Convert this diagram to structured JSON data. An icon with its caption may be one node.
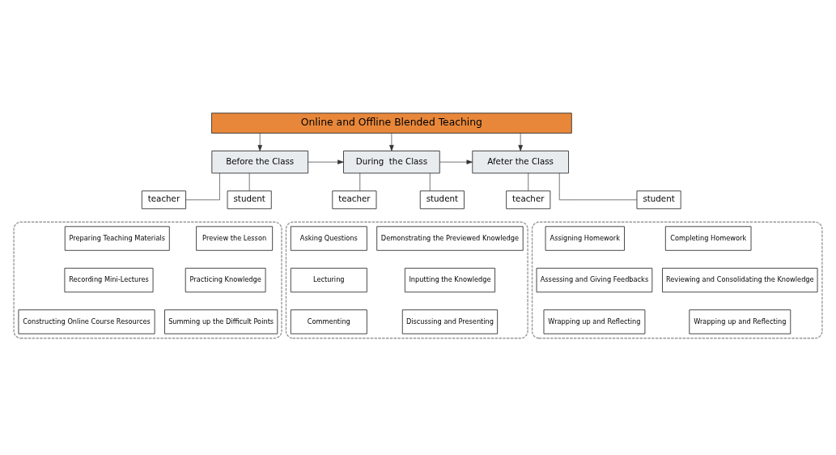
{
  "diagram": {
    "nodes": [
      {
        "text": [
          "Online and Offline Blended Teaching"
        ]
      },
      {
        "text": [
          "Before the Class"
        ]
      },
      {
        "text": [
          "During  the Class"
        ]
      },
      {
        "text": [
          "Afeter the Class"
        ]
      },
      {
        "text": [
          "teacher"
        ]
      },
      {
        "text": [
          "student"
        ]
      },
      {
        "text": [
          "teacher"
        ]
      },
      {
        "text": [
          "student"
        ]
      },
      {
        "text": [
          "teacher"
        ]
      },
      {
        "text": [
          "student"
        ]
      },
      {
        "text": [],
        "shape": "box"
      },
      {
        "text": [
          "Preparing Teaching Materials"
        ],
        "in": 10
      },
      {
        "text": [
          "Preview the Lesson"
        ],
        "in": 10
      },
      {
        "text": [
          "Recording Mini-Lectures"
        ],
        "in": 10
      },
      {
        "text": [
          "Practicing Knowledge"
        ],
        "in": 10
      },
      {
        "text": [
          "Constructing Online Course Resources"
        ],
        "in": 10
      },
      {
        "text": [
          "Summing up the Difficult Points"
        ],
        "in": 10
      },
      {
        "text": [],
        "shape": "box"
      },
      {
        "text": [
          "Asking Questions"
        ],
        "in": 17
      },
      {
        "text": [
          "Demonstrating the Previewed Knowledge"
        ],
        "in": 17
      },
      {
        "text": [
          "Lecturing"
        ],
        "in": 17
      },
      {
        "text": [
          "Inputting the Knowledge"
        ],
        "in": 17
      },
      {
        "text": [
          "Commenting"
        ],
        "in": 17
      },
      {
        "text": [
          "Discussing and Presenting"
        ],
        "in": 17
      },
      {
        "text": [],
        "shape": "box"
      },
      {
        "text": [
          "Assigning Homework"
        ],
        "in": 24
      },
      {
        "text": [
          "Completing Homework"
        ],
        "in": 24
      },
      {
        "text": [
          "Assessing and Giving Feedbacks"
        ],
        "in": 24
      },
      {
        "text": [
          "Reviewing and Consolidating the Knowledge"
        ],
        "in": 24
      },
      {
        "text": [
          "Wrapping up and Reflecting"
        ],
        "in": 24
      },
      {
        "text": [
          "Wrapping up and Reflecting"
        ],
        "in": 24
      }
    ],
    "edges": [
      {
        "from": 0,
        "to": 1,
        "arrow": "to"
      },
      {
        "from": 0,
        "to": 2,
        "arrow": "to"
      },
      {
        "from": 0,
        "to": 3,
        "arrow": "to"
      },
      {
        "from": 1,
        "to": 2,
        "arrow": "to"
      },
      {
        "from": 2,
        "to": 3,
        "arrow": "to"
      },
      {
        "from": 1,
        "to": 4,
        "arrow": "none"
      },
      {
        "from": 1,
        "to": 5,
        "arrow": "none"
      },
      {
        "from": 2,
        "to": 6,
        "arrow": "none"
      },
      {
        "from": 2,
        "to": 7,
        "arrow": "none"
      },
      {
        "from": 3,
        "to": 8,
        "arrow": "none"
      },
      {
        "from": 3,
        "to": 9,
        "arrow": "none"
      }
    ]
  }
}
